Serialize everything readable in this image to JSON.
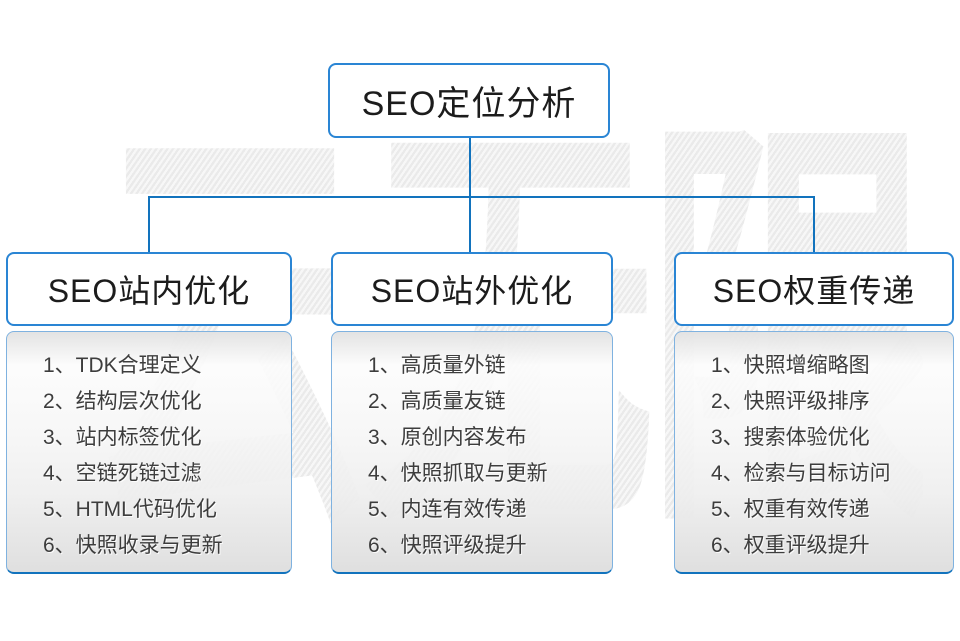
{
  "watermark": "云无限",
  "root": {
    "title": "SEO定位分析"
  },
  "columns": [
    {
      "title": "SEO站内优化",
      "items": [
        "1、TDK合理定义",
        "2、结构层次优化",
        "3、站内标签优化",
        "4、空链死链过滤",
        "5、HTML代码优化",
        "6、快照收录与更新"
      ]
    },
    {
      "title": "SEO站外优化",
      "items": [
        "1、高质量外链",
        "2、高质量友链",
        "3、原创内容发布",
        "4、快照抓取与更新",
        "5、内连有效传递",
        "6、快照评级提升"
      ]
    },
    {
      "title": "SEO权重传递",
      "items": [
        "1、快照增缩略图",
        "2、快照评级排序",
        "3、搜索体验优化",
        "4、检索与目标访问",
        "5、权重有效传递",
        "6、权重评级提升"
      ]
    }
  ],
  "colors": {
    "connector_blue": "#1273bd",
    "box_border_blue": "#2a85d4",
    "panel_border_light_blue": "#7fb2e0",
    "text_dark": "#1c1c1c",
    "list_text_gray": "#3d3d3d",
    "watermark_gray": "#ededed"
  }
}
